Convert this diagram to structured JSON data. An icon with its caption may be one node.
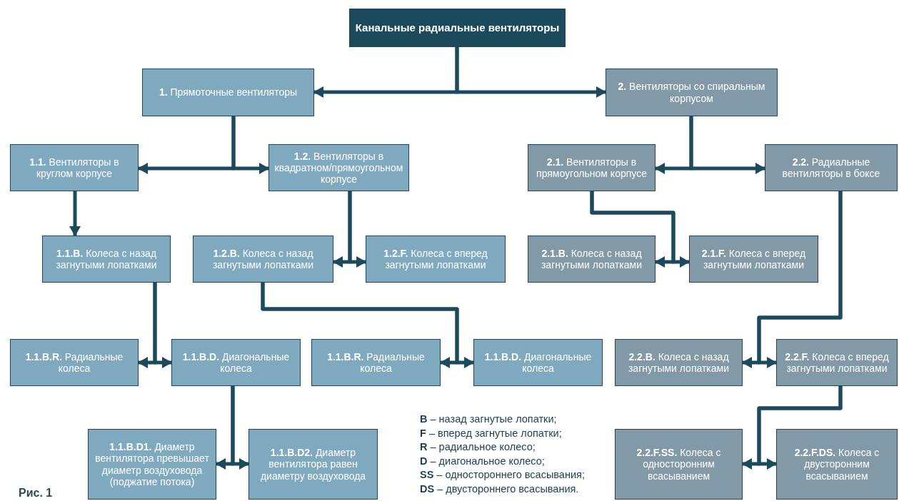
{
  "diagram": {
    "nodes": [
      {
        "text": [
          "Канальные радиальные вентиляторы"
        ]
      },
      {
        "text": [
          "**1.** Прямоточные вентиляторы"
        ]
      },
      {
        "text": [
          "**2.** Вентиляторы со спиральным корпусом"
        ]
      },
      {
        "text": [
          "**1.1.** Вентиляторы в круглом корпусе"
        ]
      },
      {
        "text": [
          "**1.2.** Вентиляторы в квадратном/прямоугольном корпусе"
        ]
      },
      {
        "text": [
          "**2.1.** Вентиляторы в прямоугольном корпусе"
        ]
      },
      {
        "text": [
          "**2.2.** Радиальные вентиляторы в боксе"
        ]
      },
      {
        "text": [
          "**1.1.B.** Колеса с назад загнутыми лопатками"
        ]
      },
      {
        "text": [
          "**1.2.B.** Колеса с назад загнутыми лопатками"
        ]
      },
      {
        "text": [
          "**1.2.F.** Колеса с вперед загнутыми лопатками"
        ]
      },
      {
        "text": [
          "**2.1.B.** Колеса с назад загнутыми лопатками"
        ]
      },
      {
        "text": [
          "**2.1.F.** Колеса с вперед загнутыми лопатками"
        ]
      },
      {
        "text": [
          "**1.1.B.R.** Радиальные колеса"
        ]
      },
      {
        "text": [
          "**1.1.B.D.** Диагональные колеса"
        ]
      },
      {
        "text": [
          "**1.1.B.R.** Радиальные колеса"
        ]
      },
      {
        "text": [
          "**1.1.B.D.** Диагональные колеса"
        ]
      },
      {
        "text": [
          "**2.2.B.** Колеса с назад загнутыми лопатками"
        ]
      },
      {
        "text": [
          "**2.2.F.** Колеса с вперед загнутыми лопатками"
        ]
      },
      {
        "text": [
          "**1.1.B.D1.** Диаметр вентилятора превышает диаметр воздуховода (поджатие потока)"
        ]
      },
      {
        "text": [
          "**1.1.B.D2.** Диаметр вентилятора равен диаметру воздуховода"
        ]
      },
      {
        "text": [
          "**2.2.F.SS.** Колеса с односторонним всасыванием"
        ]
      },
      {
        "text": [
          "**2.2.F.DS.** Колеса с двусторонним всасыванием"
        ]
      }
    ],
    "edges": [
      {
        "from": 0,
        "to": 1,
        "arrow": "to"
      },
      {
        "from": 0,
        "to": 2,
        "arrow": "to"
      },
      {
        "from": 1,
        "to": 3,
        "arrow": "to"
      },
      {
        "from": 1,
        "to": 4,
        "arrow": "to"
      },
      {
        "from": 2,
        "to": 5,
        "arrow": "to"
      },
      {
        "from": 2,
        "to": 6,
        "arrow": "to"
      },
      {
        "from": 3,
        "to": 7,
        "arrow": "to"
      },
      {
        "from": 4,
        "to": 8,
        "arrow": "to"
      },
      {
        "from": 4,
        "to": 9,
        "arrow": "to"
      },
      {
        "from": 5,
        "to": 10,
        "arrow": "to"
      },
      {
        "from": 5,
        "to": 11,
        "arrow": "to"
      },
      {
        "from": 7,
        "to": 12,
        "arrow": "to"
      },
      {
        "from": 7,
        "to": 13,
        "arrow": "to"
      },
      {
        "from": 8,
        "to": 14,
        "arrow": "to"
      },
      {
        "from": 8,
        "to": 15,
        "arrow": "to"
      },
      {
        "from": 6,
        "to": 16,
        "arrow": "to"
      },
      {
        "from": 6,
        "to": 17,
        "arrow": "to"
      },
      {
        "from": 13,
        "to": 18,
        "arrow": "to"
      },
      {
        "from": 13,
        "to": 19,
        "arrow": "to"
      },
      {
        "from": 17,
        "to": 20,
        "arrow": "to"
      },
      {
        "from": 17,
        "to": 21,
        "arrow": "to"
      }
    ],
    "labels": [
      "**B** – назад загнутые лопатки;",
      "**F** – вперед загнутые лопатки;",
      "**R** – радиальное колесо;",
      "**D** – диагональное колесо;",
      "**SS** – одностороннего всасывания;",
      "**DS** – двустороннего всасывания.",
      "Рис. 1"
    ]
  }
}
